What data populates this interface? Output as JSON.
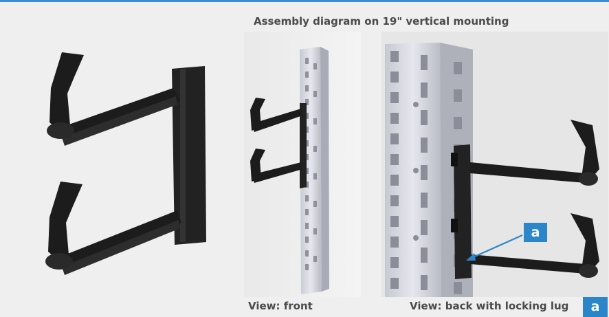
{
  "title": "Assembly diagram on 19\" vertical mounting",
  "captions": {
    "front": "View: front",
    "back": "View: back with locking lug"
  },
  "callout": {
    "label": "a",
    "legend_label": "a"
  },
  "colors": {
    "accent_line": "#3b8fd0",
    "badge": "#2a86c8",
    "background": "#efefef",
    "bracket": "#1a1a1a",
    "rail": "#d4d6de"
  }
}
